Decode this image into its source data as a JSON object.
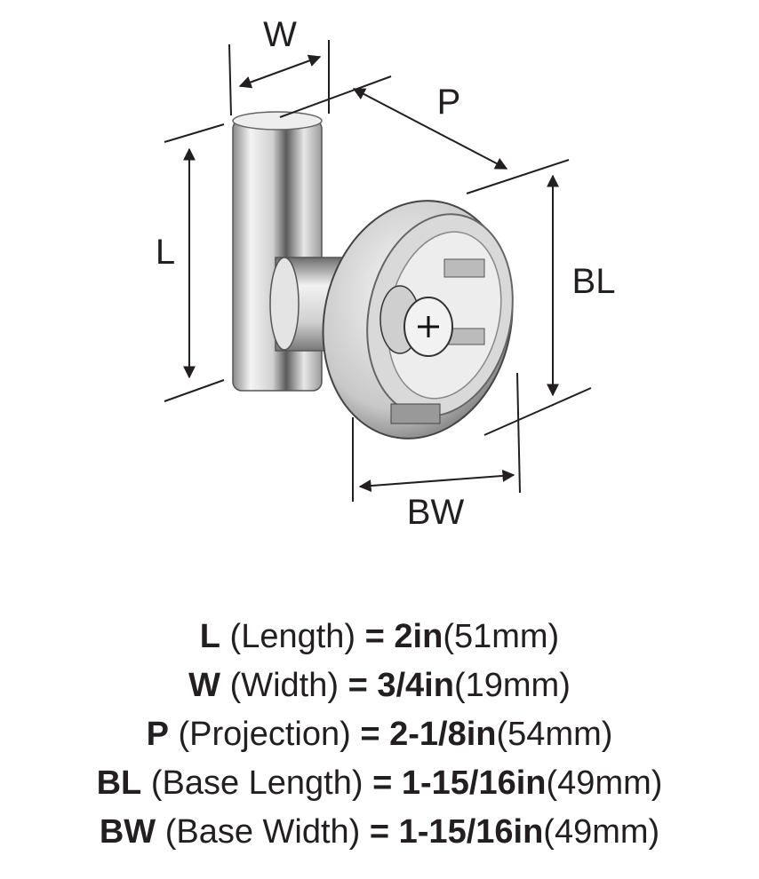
{
  "diagram": {
    "labels": {
      "w": "W",
      "p": "P",
      "l": "L",
      "bl": "BL",
      "bw": "BW"
    }
  },
  "specs": [
    {
      "code": "L",
      "name": "(Length)",
      "eq": "=",
      "value": "2in",
      "metric": "(51mm)"
    },
    {
      "code": "W",
      "name": "(Width)",
      "eq": "=",
      "value": "3/4in",
      "metric": "(19mm)"
    },
    {
      "code": "P",
      "name": "(Projection)",
      "eq": "=",
      "value": "2-1/8in",
      "metric": "(54mm)"
    },
    {
      "code": "BL",
      "name": "(Base Length)",
      "eq": "=",
      "value": "1-15/16in",
      "metric": "(49mm)"
    },
    {
      "code": "BW",
      "name": "(Base Width)",
      "eq": "=",
      "value": "1-15/16in",
      "metric": "(49mm)"
    }
  ]
}
